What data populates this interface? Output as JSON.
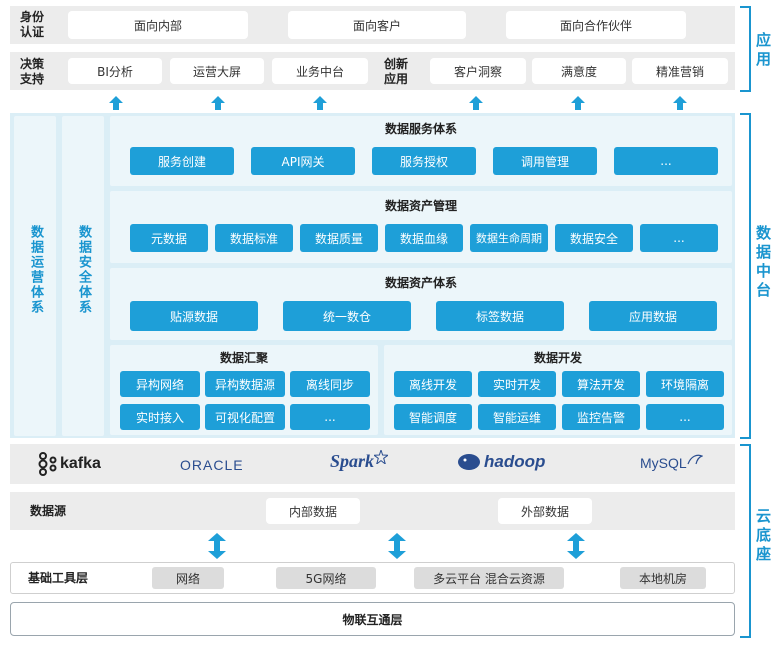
{
  "app_layer": {
    "identity_label": "身份\n认证",
    "identity_items": [
      "面向内部",
      "面向客户",
      "面向合作伙伴"
    ],
    "decision_label": "决策\n支持",
    "decision_items": [
      "BI分析",
      "运营大屏",
      "业务中台"
    ],
    "innovation_label": "创新\n应用",
    "innovation_items": [
      "客户洞察",
      "满意度",
      "精准营销"
    ]
  },
  "brackets": {
    "app": "应用",
    "middle": "数据中台",
    "cloud": "云底座"
  },
  "side": {
    "ops": "数据运营体系",
    "security": "数据安全体系"
  },
  "service": {
    "title": "数据服务体系",
    "items": [
      "服务创建",
      "API网关",
      "服务授权",
      "调用管理",
      "..."
    ]
  },
  "asset_mgmt": {
    "title": "数据资产管理",
    "items": [
      "元数据",
      "数据标准",
      "数据质量",
      "数据血缘",
      "数据生命周期",
      "数据安全",
      "..."
    ]
  },
  "asset_system": {
    "title": "数据资产体系",
    "items": [
      "贴源数据",
      "统一数仓",
      "标签数据",
      "应用数据"
    ]
  },
  "gather": {
    "title": "数据汇聚",
    "items": [
      "异构网络",
      "异构数据源",
      "离线同步",
      "实时接入",
      "可视化配置",
      "..."
    ]
  },
  "develop": {
    "title": "数据开发",
    "items": [
      "离线开发",
      "实时开发",
      "算法开发",
      "环境隔离",
      "智能调度",
      "智能运维",
      "监控告警",
      "..."
    ]
  },
  "tech_logos": [
    "kafka",
    "ORACLE",
    "Spark",
    "hadoop",
    "MySQL"
  ],
  "datasource": {
    "label": "数据源",
    "items": [
      "内部数据",
      "外部数据"
    ]
  },
  "infra": {
    "label": "基础工具层",
    "items": [
      "网络",
      "5G网络",
      "多云平台 混合云资源",
      "本地机房"
    ]
  },
  "iot": {
    "label": "物联互通层"
  },
  "colors": {
    "blue": "#1e9fd8",
    "light_blue": "#dbeef6",
    "panel": "#ecf6fa",
    "grey": "#ececec",
    "accent_text": "#1a95cf"
  }
}
